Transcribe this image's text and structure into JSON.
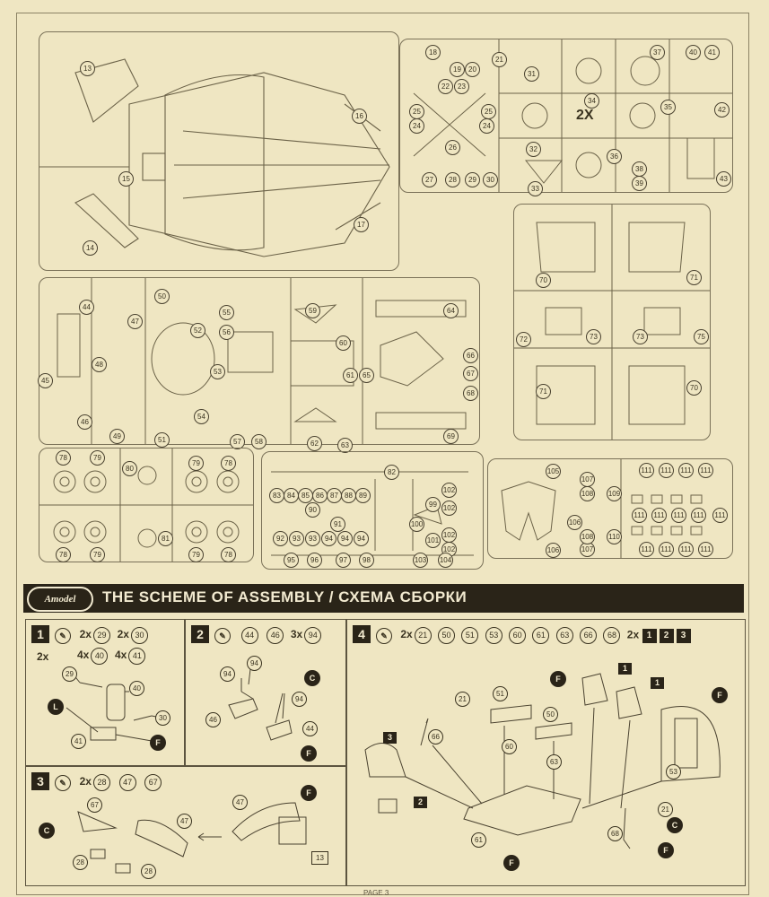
{
  "banner": {
    "logo_text": "Amodel",
    "title": "THE SCHEME OF ASSEMBLY / СХЕМА СБОРКИ"
  },
  "sprue_labels": {
    "two_x": "2X",
    "spr1": [
      "13",
      "14",
      "15",
      "16",
      "17"
    ],
    "spr2": [
      "18",
      "19",
      "20",
      "21",
      "22",
      "23",
      "24",
      "24",
      "25",
      "25",
      "26",
      "27",
      "28",
      "29",
      "30",
      "31",
      "32",
      "33",
      "34",
      "35",
      "36",
      "37",
      "38",
      "39",
      "40",
      "41",
      "42",
      "43"
    ],
    "spr3": [
      "70",
      "71",
      "72",
      "73",
      "73",
      "75",
      "71",
      "70"
    ],
    "spr4": [
      "44",
      "45",
      "46",
      "47",
      "48",
      "49",
      "50",
      "51",
      "52",
      "53",
      "54",
      "55",
      "56",
      "57",
      "58",
      "59",
      "60",
      "61",
      "62",
      "63",
      "64",
      "65",
      "66",
      "67",
      "68",
      "69"
    ],
    "spr5": [
      "78",
      "79",
      "80",
      "79",
      "78",
      "78",
      "79",
      "81",
      "79",
      "78"
    ],
    "spr6": [
      "82",
      "83",
      "84",
      "85",
      "86",
      "87",
      "88",
      "89",
      "90",
      "91",
      "92",
      "93",
      "93",
      "94",
      "94",
      "94",
      "95",
      "96",
      "97",
      "98",
      "99",
      "100",
      "101",
      "102",
      "102",
      "102",
      "102",
      "103",
      "104"
    ],
    "spr7": [
      "105",
      "106",
      "106",
      "107",
      "107",
      "108",
      "108",
      "109",
      "110",
      "111",
      "111",
      "111",
      "111",
      "111",
      "111",
      "111",
      "111",
      "111",
      "111",
      "111",
      "111",
      "111"
    ]
  },
  "steps": [
    {
      "number": "1",
      "line1": [
        [
          "2x",
          "29"
        ],
        [
          "2x",
          "30"
        ]
      ],
      "line2": [
        [
          "2x",
          ""
        ],
        [
          "4x",
          "40"
        ],
        [
          "4x",
          "41"
        ]
      ],
      "callouts": [
        "29",
        "40",
        "30",
        "41"
      ],
      "glue": [
        "L",
        "F"
      ]
    },
    {
      "number": "2",
      "line1": [
        [
          "",
          "44"
        ],
        [
          "",
          "46"
        ],
        [
          "3x",
          "94"
        ]
      ],
      "callouts": [
        "94",
        "94",
        "94",
        "46",
        "44"
      ],
      "glue": [
        "C",
        "F"
      ]
    },
    {
      "number": "3",
      "line1": [
        [
          "2x",
          "28"
        ],
        [
          "",
          "47"
        ],
        [
          "",
          "67"
        ]
      ],
      "callouts": [
        "67",
        "47",
        "47",
        "28",
        "28"
      ],
      "box": "13",
      "glue": [
        "C",
        "F"
      ]
    },
    {
      "number": "4",
      "line1": [
        [
          "2x",
          "21"
        ],
        [
          "",
          "50"
        ],
        [
          "",
          "51"
        ],
        [
          "",
          "53"
        ],
        [
          "",
          "60"
        ],
        [
          "",
          "61"
        ],
        [
          "",
          "63"
        ],
        [
          "",
          "66"
        ],
        [
          "",
          "68"
        ]
      ],
      "line1_tail": "2x",
      "badges": [
        "1",
        "2",
        "3"
      ],
      "callouts": [
        "21",
        "66",
        "51",
        "60",
        "50",
        "63",
        "53",
        "61",
        "68",
        "21"
      ],
      "step_refs": [
        "1",
        "1",
        "3",
        "2"
      ],
      "glue": [
        "F",
        "F",
        "F",
        "C",
        "F"
      ]
    }
  ],
  "footer": "PAGE 3"
}
